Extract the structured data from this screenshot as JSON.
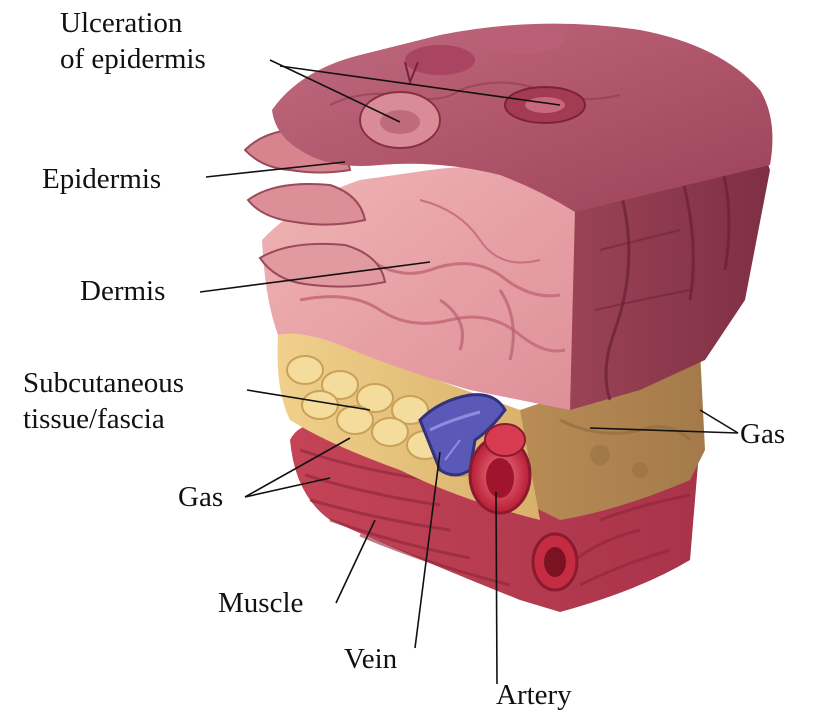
{
  "labels": {
    "ulceration_line1": "Ulceration",
    "ulceration_line2": "of epidermis",
    "epidermis": "Epidermis",
    "dermis": "Dermis",
    "subcutaneous_line1": "Subcutaneous",
    "subcutaneous_line2": "tissue/fascia",
    "gas_left": "Gas",
    "gas_right": "Gas",
    "muscle": "Muscle",
    "vein": "Vein",
    "artery": "Artery"
  },
  "colors": {
    "epidermis_top": "#b4596e",
    "dermis": "#e8a2a6",
    "subcutaneous_fat": "#e8c57d",
    "fascia_side": "#c49a5e",
    "muscle": "#b83b4c",
    "vein": "#5a59b8",
    "artery": "#c8253d"
  }
}
